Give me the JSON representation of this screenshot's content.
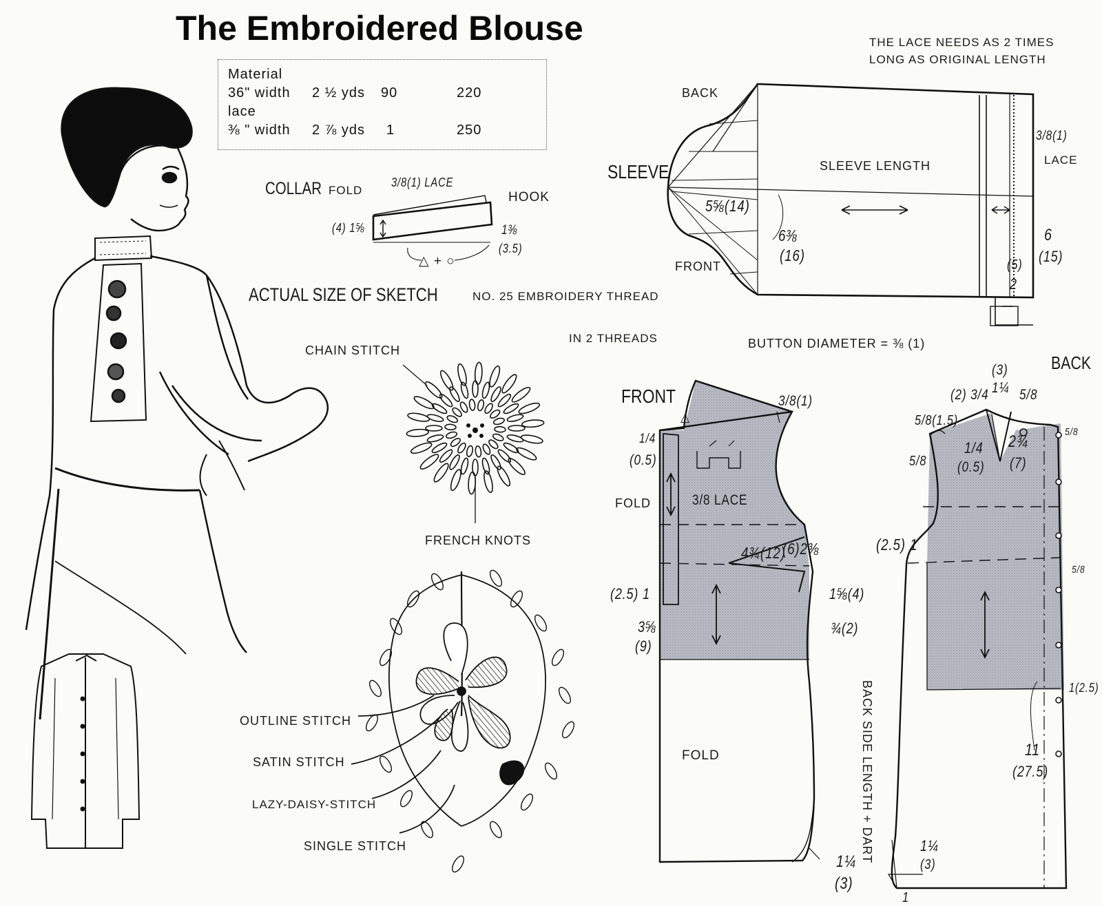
{
  "title": "The Embroidered Blouse",
  "material": {
    "heading": "Material",
    "rows": [
      {
        "name": "36\" width",
        "yds": "2 ½ yds",
        "cm_w": "90",
        "cm_l": "220"
      },
      {
        "name": "lace",
        "yds": "",
        "cm_w": "",
        "cm_l": ""
      },
      {
        "name": "⅜ \" width",
        "yds": "2 ⅞ yds",
        "cm_w": "1",
        "cm_l": "250"
      }
    ]
  },
  "collar": {
    "title": "COLLAR",
    "fold": "FOLD",
    "lace": "3/8(1) LACE",
    "hook": "HOOK",
    "left_w": "(4) 1⅝",
    "right_w": "1⅜",
    "right_cm": "(3.5)",
    "bottom": "△ + ○"
  },
  "sketch": {
    "line1": "ACTUAL SIZE OF SKETCH",
    "line2": "NO. 25 EMBROIDERY THREAD",
    "line3": "IN 2 THREADS",
    "chain": "CHAIN STITCH",
    "knots": "FRENCH KNOTS",
    "outline": "OUTLINE STITCH",
    "satin": "SATIN STITCH",
    "lazy": "LAZY-DAISY-STITCH",
    "single": "SINGLE STITCH"
  },
  "sleeve": {
    "title": "SLEEVE",
    "back": "BACK",
    "front": "FRONT",
    "length": "SLEEVE LENGTH",
    "lace_note_1": "THE LACE NEEDS AS 2 TIMES",
    "lace_note_2": "LONG AS ORIGINAL LENGTH",
    "lace_w": "3/8(1)",
    "lace": "LACE",
    "cap": "5⅝(14)",
    "cap_h": "6⅜",
    "cap_h_cm": "(16)",
    "cuff": "6",
    "cuff_cm": "(15)",
    "cuff_in": "(5)",
    "cuff_n": "2"
  },
  "button": "BUTTON DIAMETER = ⅜ (1)",
  "front": {
    "title": "FRONT",
    "neck": "3/8(1)",
    "delta": "△",
    "quarter": "1/4",
    "quarter_cm": "(0.5)",
    "fold_top": "FOLD",
    "lace": "3/8 LACE",
    "dart": "4¾(12)",
    "dart2": "(6)2⅜",
    "side1": "1⅝(4)",
    "side2": "¾(2)",
    "hem_l": "(2.5) 1",
    "left": "3⅝",
    "left_cm": "(9)",
    "fold_bottom": "FOLD",
    "hem": "1¼",
    "hem_cm": "(3)"
  },
  "back": {
    "title": "BACK",
    "top_cm": "(3)",
    "top_a": "(2) 3/4",
    "top_b": "1¼",
    "top_c": "5/8",
    "shoulder": "5/8(1.5)",
    "five8": "5/8",
    "dart_q": "1/4",
    "dart_q_cm": "(0.5)",
    "dart_len": "2¾",
    "dart_len_cm": "(7)",
    "right_a": "5/8",
    "left_hem": "(2.5) 1",
    "right_b": "5/8",
    "right_c": "1(2.5)",
    "length": "11",
    "length_cm": "(27.5)",
    "hem": "1¼",
    "hem_cm": "(3)",
    "bottom": "1",
    "side": "BACK SIDE LENGTH + DART"
  }
}
